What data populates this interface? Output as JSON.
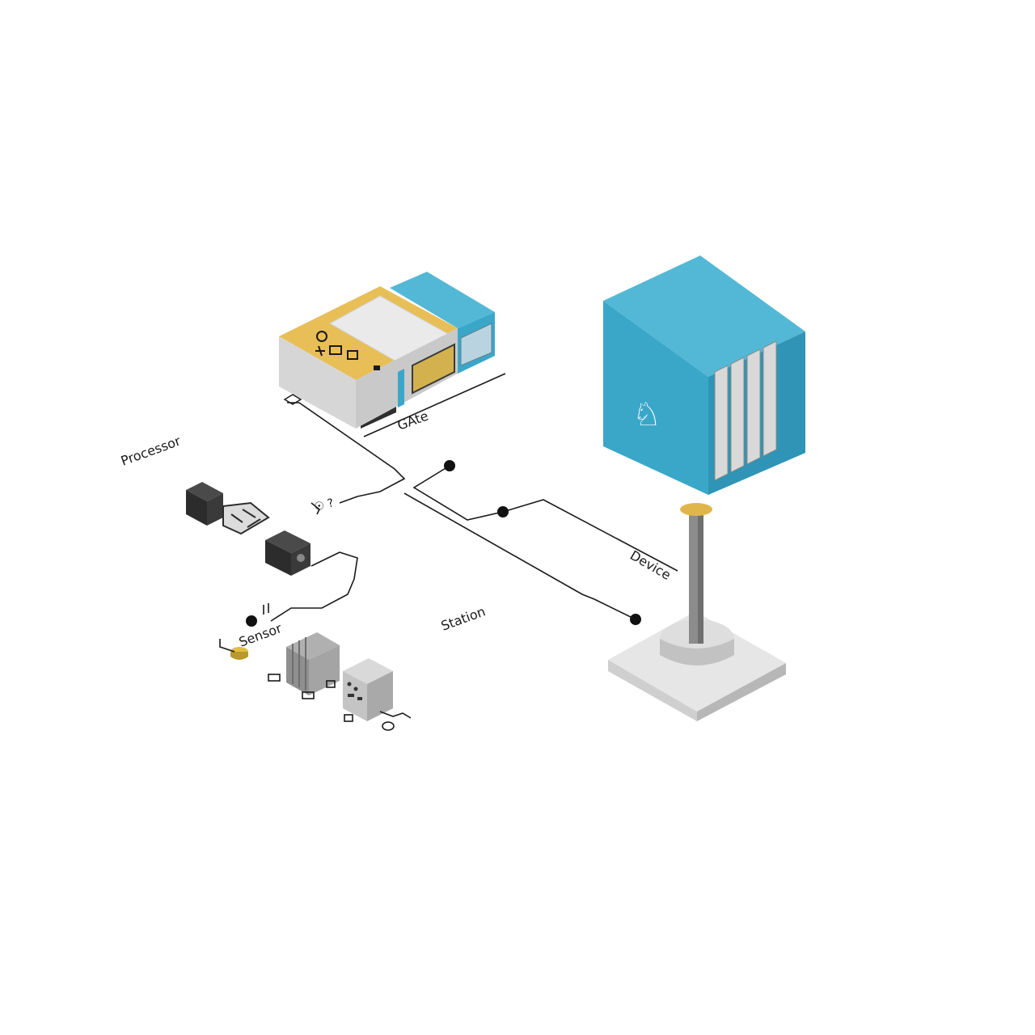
{
  "labels": {
    "gate": "GAte",
    "processor": "Processor",
    "device": "Device",
    "sensor": "Sensor",
    "station": "Station"
  },
  "chip_mark": "☉ ?",
  "unit_glyph": "♘",
  "colors": {
    "blue": "#3aa7c9",
    "blue_dark": "#2b86a4",
    "blue_top": "#53b8d6",
    "yellow": "#e8bf57",
    "grey_light": "#e9e9e9",
    "grey": "#c9c9c9",
    "grey_dark": "#8f8f8f",
    "black_block": "#2c2c2c",
    "wire": "#1a1a1a"
  }
}
